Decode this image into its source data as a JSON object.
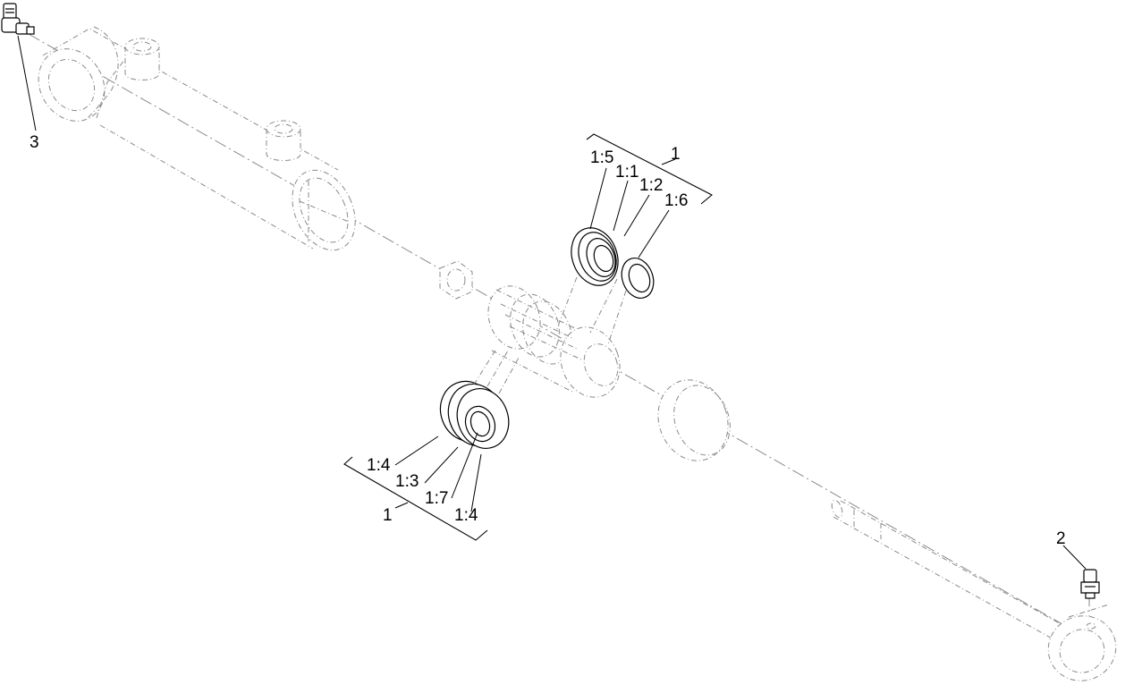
{
  "callouts": {
    "item_3": "3",
    "item_2": "2",
    "group_upper": "1",
    "group_lower": "1",
    "upper_1_5": "1:5",
    "upper_1_1": "1:1",
    "upper_1_2": "1:2",
    "upper_1_6": "1:6",
    "lower_1_4_a": "1:4",
    "lower_1_3": "1:3",
    "lower_1_7": "1:7",
    "lower_1_4_b": "1:4"
  }
}
